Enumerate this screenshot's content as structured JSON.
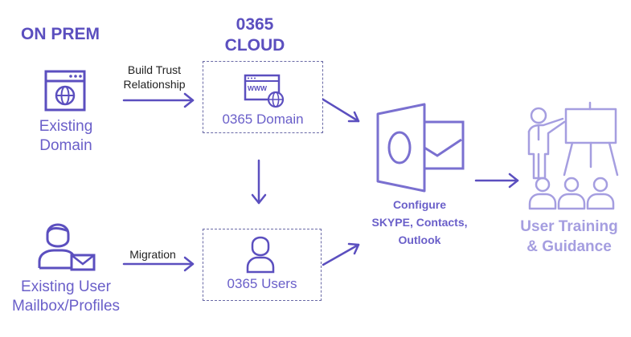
{
  "headers": {
    "on_prem": "ON PREM",
    "cloud_line1": "0365",
    "cloud_line2": "CLOUD"
  },
  "nodes": {
    "existing_domain": {
      "line1": "Existing",
      "line2": "Domain",
      "icon": "browser-globe-icon"
    },
    "existing_user": {
      "line1": "Existing User",
      "line2": "Mailbox/Profiles",
      "icon": "user-mail-icon"
    },
    "cloud_domain": {
      "label": "0365 Domain",
      "icon": "www-globe-icon"
    },
    "cloud_users": {
      "label": "0365 Users",
      "icon": "user-icon"
    },
    "configure": {
      "line1": "Configure",
      "line2": "SKYPE, Contacts,",
      "line3": "Outlook",
      "icon": "outlook-icon"
    },
    "training": {
      "line1": "User Training",
      "line2": "& Guidance",
      "icon": "presentation-icon"
    }
  },
  "edges": {
    "trust_line1": "Build Trust",
    "trust_line2": "Relationship",
    "migration": "Migration"
  },
  "colors": {
    "primary": "#5b4fbf",
    "label": "#6a5fc9",
    "light": "#a59ee0",
    "dash": "#6a6aa6"
  }
}
